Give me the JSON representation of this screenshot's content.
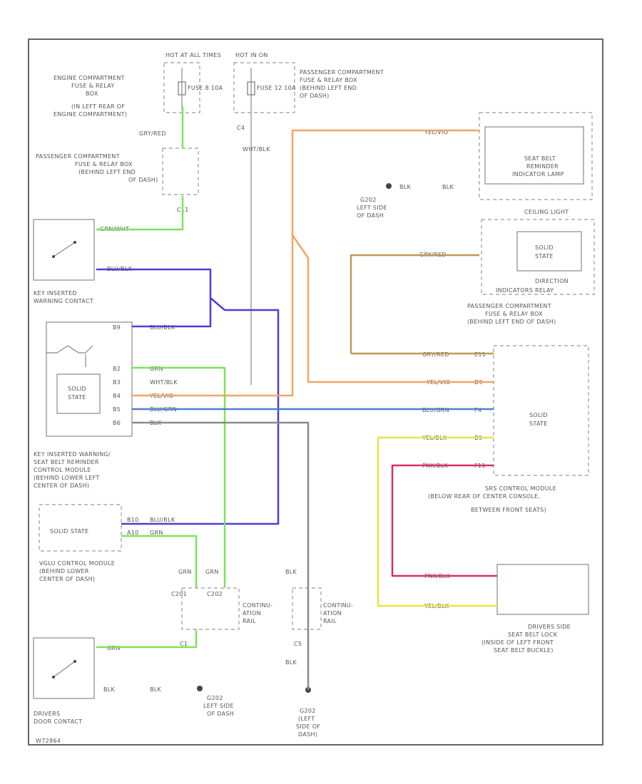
{
  "colors": {
    "green": "#7de35a",
    "blue": "#4a3fd8",
    "orange": "#f2a560",
    "brown": "#c19a50",
    "yellow": "#e6e640",
    "red": "#d8305a",
    "grey": "#8a8a8a",
    "ltblue": "#4d7fd0"
  },
  "labels": {
    "hot_at_all_times": "HOT AT ALL TIMES",
    "hot_in_on": "HOT IN ON",
    "fuse_8": "FUSE 8 10A",
    "fuse_12": "FUSE 12 10A",
    "engine_fuse_box": [
      "ENGINE COMPARTMENT",
      "FUSE & RELAY",
      "BOX",
      "(IN LEFT REAR OF",
      "ENGINE COMPARTMENT)"
    ],
    "pass_fuse_box_top": [
      "PASSENGER COMPARTMENT",
      "FUSE & RELAY BOX",
      "(BEHIND LEFT END",
      "OF DASH)"
    ],
    "pass_fuse_box_mid": [
      "PASSENGER COMPARTMENT",
      "FUSE & RELAY BOX",
      "(BEHIND LEFT END",
      "OF DASH)"
    ],
    "gry_red_top": "GRY/RED",
    "c4": "C4",
    "wht_blk_top": "WHT/BLK",
    "c11": "C11",
    "grn_wht": "GRN/WHT",
    "blu_blk_1": "BLU/BLK",
    "key_inserted_warning": [
      "KEY INSERTED",
      "WARNING CONTACT"
    ],
    "module_pins": [
      "B9",
      "B2",
      "B3",
      "B4",
      "B5",
      "B6"
    ],
    "module_wires": [
      "BLU/BLK",
      "GRN",
      "WHT/BLK",
      "YEL/VIO",
      "BLU/GRN",
      "BLK"
    ],
    "solid_state_1": [
      "SOLID",
      "STATE"
    ],
    "key_module": [
      "KEY INSERTED WARNING/",
      "SEAT BELT REMINDER",
      "CONTROL MODULE",
      "(BEHIND LOWER LEFT",
      "CENTER OF DASH)"
    ],
    "solid_state_vglu": "SOLID STATE",
    "vglu_pins": [
      "B10",
      "A10"
    ],
    "vglu_wires": [
      "BLU/BLK",
      "GRN"
    ],
    "vglu_module": [
      "VGLU CONTROL MODULE",
      "(BEHIND LOWER",
      "CENTER OF DASH)"
    ],
    "grn_a": "GRN",
    "grn_b": "GRN",
    "c201": "C201",
    "c202": "C202",
    "continuation_rail_1": [
      "CONTINU-",
      "ATION",
      "RAIL"
    ],
    "continuation_rail_2": [
      "CONTINU-",
      "ATION",
      "RAIL"
    ],
    "blk_v1": "BLK",
    "blk_v2": "BLK",
    "c1": "C1",
    "c5": "C5",
    "grn_door": "GRN",
    "blk_door": "BLK",
    "g202_a": [
      "G202",
      "LEFT SIDE",
      "OF DASH"
    ],
    "g202_b": [
      "G202",
      "LEFT SIDE",
      "OF DASH"
    ],
    "g202_c": [
      "G202",
      "(LEFT",
      "SIDE OF",
      "DASH)"
    ],
    "drivers_door_contact": [
      "DRIVERS",
      "DOOR CONTACT"
    ],
    "yel_vio_top": "YEL/VIO",
    "seat_belt_lamp": [
      "SEAT BELT",
      "REMINDER",
      "INDICATOR LAMP"
    ],
    "blk_g1": "BLK",
    "blk_g2": "BLK",
    "ceiling_light": "CEILING LIGHT",
    "gry_red_dir": "GRY/RED",
    "solid_state_dir": [
      "SOLID",
      "STATE"
    ],
    "direction_relay": [
      "DIRECTION",
      "INDICATORS RELAY"
    ],
    "pass_fuse_box_right": [
      "PASSENGER COMPARTMENT",
      "FUSE & RELAY BOX",
      "(BEHIND LEFT END OF DASH)"
    ],
    "srs_pins": [
      "E11",
      "D9",
      "F4",
      "B9",
      "F11"
    ],
    "srs_wires": [
      "GRY/RED",
      "YEL/VIO",
      "BLU/GRN",
      "YEL/BLK",
      "PNK/BLK"
    ],
    "solid_state_srs": [
      "SOLID",
      "STATE"
    ],
    "srs_module": [
      "SRS CONTROL MODULE",
      "(BELOW REAR OF CENTER CONSOLE,",
      "BETWEEN FRONT SEATS)"
    ],
    "lock_wires": [
      "PNK/BLK",
      "YEL/BLK"
    ],
    "seat_belt_lock": [
      "DRIVERS SIDE",
      "SEAT BELT LOCK",
      "(INSIDE OF LEFT FRONT",
      "SEAT BELT BUCKLE)"
    ],
    "diagram_id": "W72864"
  }
}
